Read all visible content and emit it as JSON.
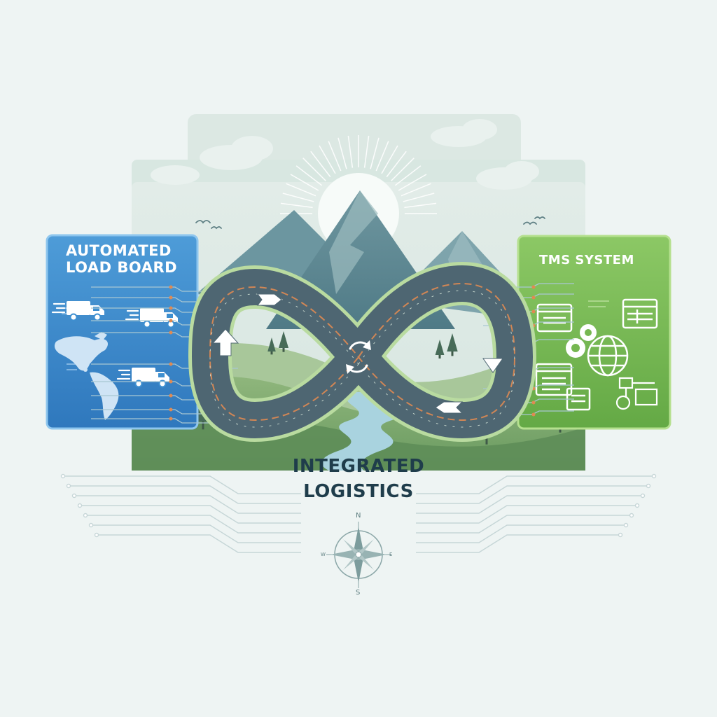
{
  "left_panel": {
    "title_line1": "AUTOMATED",
    "title_line2": "LOAD BOARD",
    "icons": [
      "truck-icon",
      "truck-icon",
      "truck-icon",
      "world-map-icon"
    ]
  },
  "right_panel": {
    "title": "TMS SYSTEM",
    "icons": [
      "browser-window-icon",
      "table-window-icon",
      "gears-icon",
      "globe-icon",
      "form-window-icon",
      "document-icon",
      "user-network-icon"
    ]
  },
  "center": {
    "title_line1": "INTEGRATED",
    "title_line2": "LOGISTICS",
    "icons": [
      "infinity-loop-icon",
      "sync-icon",
      "direction-arrow-icon"
    ]
  },
  "compass": {
    "north": "N",
    "south": "S",
    "east": "E",
    "west": "W"
  },
  "colors": {
    "background": "#eef4f3",
    "left_panel": "#3e8fd0",
    "right_panel": "#7bbd56",
    "mountain": "#5e8a96",
    "hills": "#7fa870",
    "river": "#a9d3df",
    "title_text": "#1f3d4b",
    "accent_orange": "#e08a52"
  }
}
